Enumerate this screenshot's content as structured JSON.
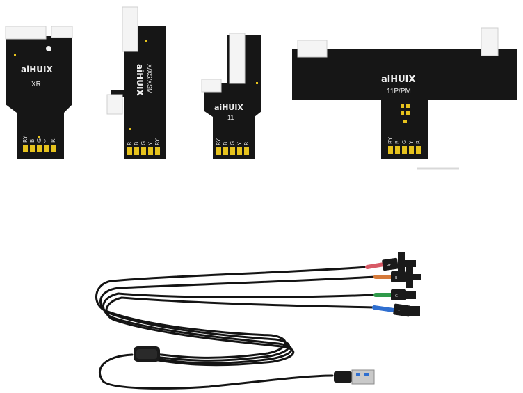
{
  "boards": {
    "xr": {
      "brand": "aiHUIX",
      "model": "XR",
      "pins": [
        "RY",
        "B",
        "G",
        "Y",
        "R"
      ]
    },
    "x": {
      "brand": "aiHUIX",
      "model": "X/XS/XSM",
      "pins": [
        "R",
        "B",
        "G",
        "Y",
        "RY"
      ]
    },
    "b11": {
      "brand": "aiHUIX",
      "model": "11",
      "pins": [
        "RY",
        "B",
        "G",
        "Y",
        "R"
      ]
    },
    "b11p": {
      "brand": "aiHUIX",
      "model": "11P/PM",
      "pins": [
        "RY",
        "B",
        "G",
        "Y",
        "R"
      ]
    }
  },
  "cable": {
    "connector_tags": [
      "RY",
      "B",
      "G",
      "Y"
    ],
    "wire_colors": [
      "#d85a66",
      "#d67a3a",
      "#2f9a4a",
      "#2f6fd0"
    ]
  }
}
